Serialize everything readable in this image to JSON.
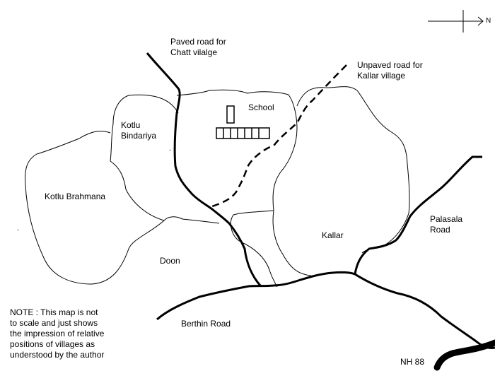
{
  "map": {
    "north_label": "N",
    "labels": {
      "paved_road": [
        "Paved road for",
        "Chatt vilalge"
      ],
      "unpaved_road": [
        "Unpaved road for",
        "Kallar village"
      ],
      "school": "School",
      "kotlu_bindariya": [
        "Kotlu",
        "Bindariya"
      ],
      "kotlu_brahmana": "Kotlu Brahmana",
      "kallar": "Kallar",
      "palasala_road": [
        "Palasala",
        "Road"
      ],
      "doon": "Doon",
      "berthin_road": "Berthin Road",
      "nh88": "NH 88"
    },
    "note": [
      "NOTE : This map is not",
      "to scale and just shows",
      "the impression of relative",
      "positions of villages as",
      "understood by the author"
    ],
    "colors": {
      "ink": "#000000",
      "background": "#ffffff"
    }
  }
}
